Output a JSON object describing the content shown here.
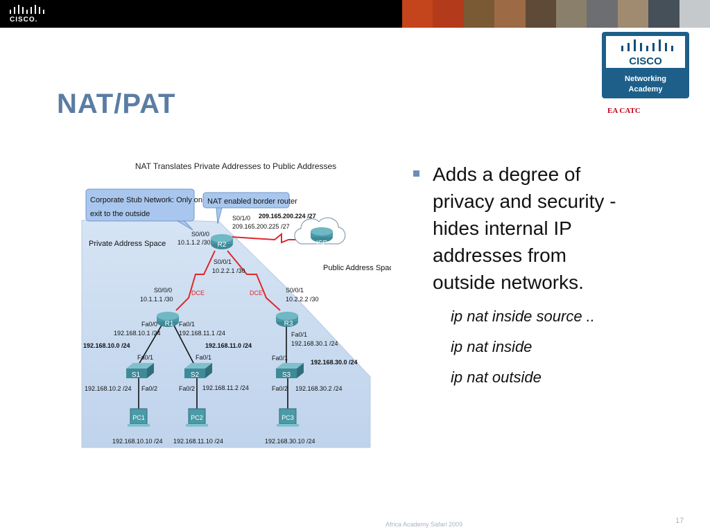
{
  "header": {
    "logo_word": "CISCO.",
    "photo_colors": [
      "#c4441c",
      "#b33a1a",
      "#7a5a34",
      "#9c6a44",
      "#5f4a38",
      "#8a7f6a",
      "#6d6e72",
      "#a08a70",
      "#455058",
      "#c6c9cc"
    ]
  },
  "slide": {
    "title": "NAT/PAT",
    "logo": {
      "word": "CISCO",
      "line1": "Networking",
      "line2": "Academy"
    },
    "ea_catc": "EA CATC"
  },
  "diagram": {
    "title": "NAT Translates Private Addresses to Public Addresses",
    "callout_stub_1": "Corporate Stub Network: Only one",
    "callout_stub_2": "exit to the outside",
    "callout_nat": "NAT enabled border router",
    "private_space": "Private Address Space",
    "public_space": "Public Address Space",
    "r2": "R2",
    "r1": "R1",
    "r3": "R3",
    "isp": "ISP",
    "s1": "S1",
    "s2": "S2",
    "s3": "S3",
    "pc1": "PC1",
    "pc2": "PC2",
    "pc3": "PC3",
    "r2_s010": "S0/1/0",
    "net_public": "209.165.200.224 /27",
    "r2_s010_ip": "209.165.200.225 /27",
    "r2_s000": "S0/0/0",
    "r2_s000_ip": "10.1.1.2 /30",
    "r2_s001": "S0/0/1",
    "r2_s001_ip": "10.2.2.1 /30",
    "r1_s000": "S0/0/0",
    "r1_s000_ip": "10.1.1.1 /30",
    "dce1": "DCE",
    "dce2": "DCE",
    "r3_s001": "S0/0/1",
    "r3_s001_ip": "10.2.2.2 /30",
    "r1_fa00": "Fa0/0",
    "r1_fa00_ip": "192.168.10.1 /24",
    "r1_fa01": "Fa0/1",
    "r1_fa01_ip": "192.168.11.1 /24",
    "net10": "192.168.10.0 /24",
    "net11": "192.168.11.0 /24",
    "r3_fa01": "Fa0/1",
    "r3_fa01_ip": "192.168.30.1 /24",
    "net30": "192.168.30.0 /24",
    "s1_fa01": "Fa0/1",
    "s2_fa01": "Fa0/1",
    "s3_fa01": "Fa0/1",
    "s1_ip": "192.168.10.2 /24",
    "s1_fa02": "Fa0/2",
    "s2_fa02": "Fa0/2",
    "s2_ip": "192.168.11.2 /24",
    "s3_fa02": "Fa0/2",
    "s3_ip": "192.168.30.2 /24",
    "pc1_ip": "192.168.10.10 /24",
    "pc2_ip": "192.168.11.10 /24",
    "pc3_ip": "192.168.30.10 /24"
  },
  "bullets": {
    "main_line1": "Adds a degree of",
    "main_line2": "privacy and security -",
    "main_line3": "hides internal IP",
    "main_line4": "addresses from",
    "main_line5": "outside networks.",
    "sub": [
      "ip nat inside source ..",
      "ip nat inside",
      "ip nat outside"
    ]
  },
  "footer": {
    "text": "Africa Academy Safari 2009",
    "page": "17"
  }
}
